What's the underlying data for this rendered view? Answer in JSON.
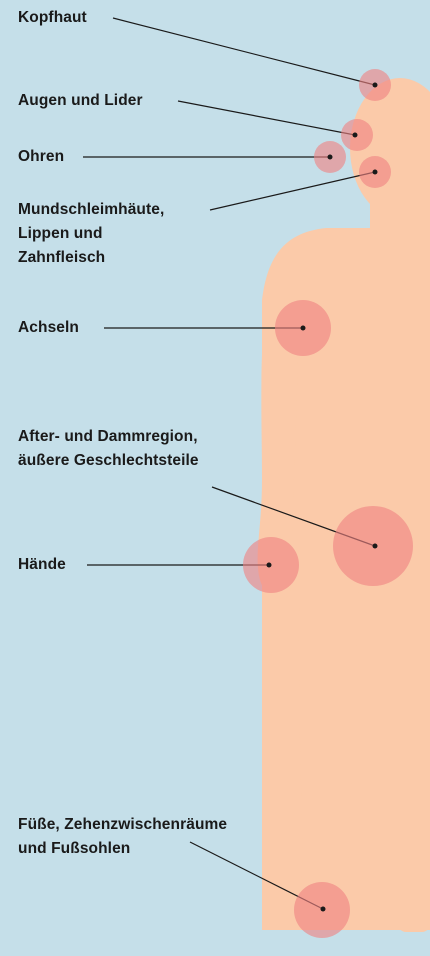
{
  "colors": {
    "background": "#c5dfe9",
    "body": "#fbcaa9",
    "zone": "#ef8282",
    "leader_line": "#1a1a1a",
    "text": "#1a1a1a"
  },
  "regions": [
    {
      "id": "kopfhaut",
      "lines": [
        "Kopfhaut"
      ]
    },
    {
      "id": "augen",
      "lines": [
        "Augen und Lider"
      ]
    },
    {
      "id": "ohren",
      "lines": [
        "Ohren"
      ]
    },
    {
      "id": "mund",
      "lines": [
        "Mundschleimhäute,",
        "Lippen und",
        "Zahnfleisch"
      ]
    },
    {
      "id": "achseln",
      "lines": [
        "Achseln"
      ]
    },
    {
      "id": "after",
      "lines": [
        "After- und Dammregion,",
        "äußere Geschlechtsteile"
      ]
    },
    {
      "id": "haende",
      "lines": [
        "Hände"
      ]
    },
    {
      "id": "fuesse",
      "lines": [
        "Füße, Zehenzwischenräume",
        "und Fußsohlen"
      ]
    }
  ]
}
